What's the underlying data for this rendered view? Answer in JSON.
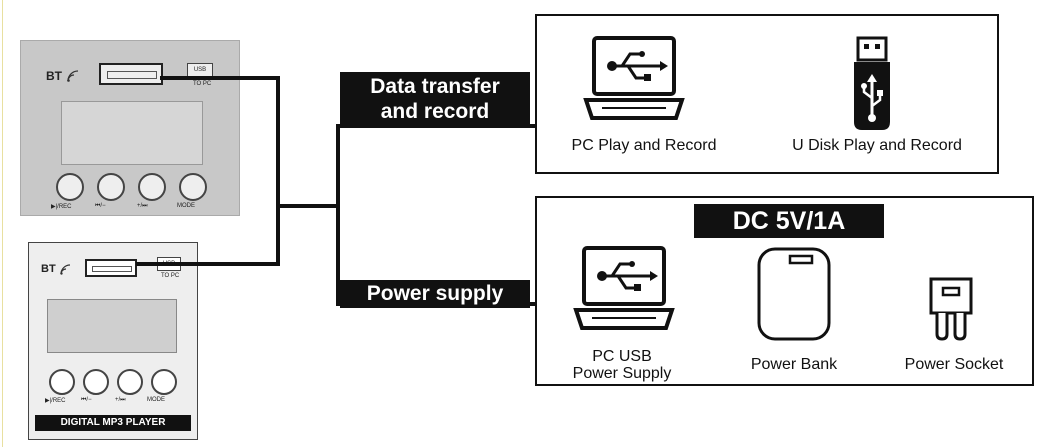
{
  "module_top": {
    "bt_label": "BT",
    "usb_label": "USB",
    "to_pc_label": "TO PC",
    "button_labels": [
      "▶|/REC",
      "⏮/−",
      "+/⏭",
      "MODE"
    ]
  },
  "module_bottom": {
    "bt_label": "BT",
    "usb_label": "USB",
    "to_pc_label": "TO PC",
    "button_labels": [
      "▶|/REC",
      "⏮/−",
      "+/⏭",
      "MODE"
    ],
    "product_name": "DIGITAL MP3 PLAYER"
  },
  "branches": {
    "data_transfer_line1": "Data transfer",
    "data_transfer_line2": "and record",
    "power_supply": "Power supply"
  },
  "data_box": {
    "items": [
      {
        "label": "PC Play and Record",
        "icon": "laptop-usb-icon"
      },
      {
        "label": "U Disk Play and Record",
        "icon": "usb-flash-drive-icon"
      }
    ]
  },
  "power_box": {
    "header": "DC 5V/1A",
    "items": [
      {
        "label_line1": "PC USB",
        "label_line2": "Power Supply",
        "icon": "laptop-usb-icon"
      },
      {
        "label_line1": "Power Bank",
        "label_line2": "",
        "icon": "power-bank-icon"
      },
      {
        "label_line1": "Power Socket",
        "label_line2": "",
        "icon": "power-socket-icon"
      }
    ]
  },
  "colors": {
    "line": "#111111",
    "panel_grey": "#c9c9c9",
    "panel_light": "#eeeeee"
  }
}
